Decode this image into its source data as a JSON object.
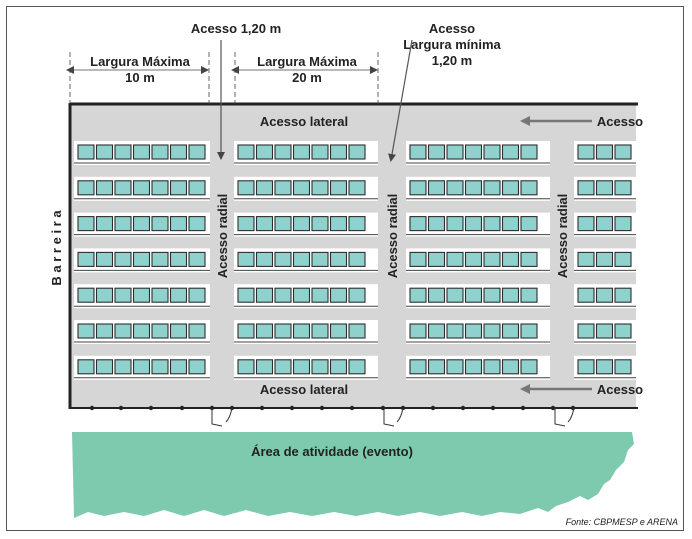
{
  "labels": {
    "largura_maxima_10_line1": "Largura Máxima",
    "largura_maxima_10_line2": "10 m",
    "largura_maxima_20_line1": "Largura Máxima",
    "largura_maxima_20_line2": "20 m",
    "acesso_120": "Acesso 1,20 m",
    "acesso_largura_line1": "Acesso",
    "acesso_largura_line2": "Largura mínima",
    "acesso_largura_line3": "1,20 m",
    "acesso_lateral_top": "Acesso lateral",
    "acesso_lateral_bottom": "Acesso lateral",
    "acesso_right_top": "Acesso",
    "acesso_right_bottom": "Acesso",
    "acesso_radial_1": "Acesso radial",
    "acesso_radial_2": "Acesso radial",
    "acesso_radial_3": "Acesso radial",
    "barreira": "B a r r e i r a",
    "area_atividade": "Área de atividade (evento)",
    "fonte": "Fonte: CBPMESP e ARENA"
  },
  "colors": {
    "aisle": "#d6d6d6",
    "seat_fill": "#8fd1cd",
    "seat_border": "#2e2e2e",
    "activity_area": "#7ecaae",
    "barrier": "#222222",
    "arrow": "#777777"
  },
  "layout_info": {
    "seat_rows": 7,
    "blocks": [
      {
        "name": "block-1",
        "seats_per_row": 7
      },
      {
        "name": "block-2",
        "seats_per_row": 7
      },
      {
        "name": "block-3",
        "seats_per_row": 7
      },
      {
        "name": "block-4",
        "seats_per_row": 3
      }
    ]
  }
}
